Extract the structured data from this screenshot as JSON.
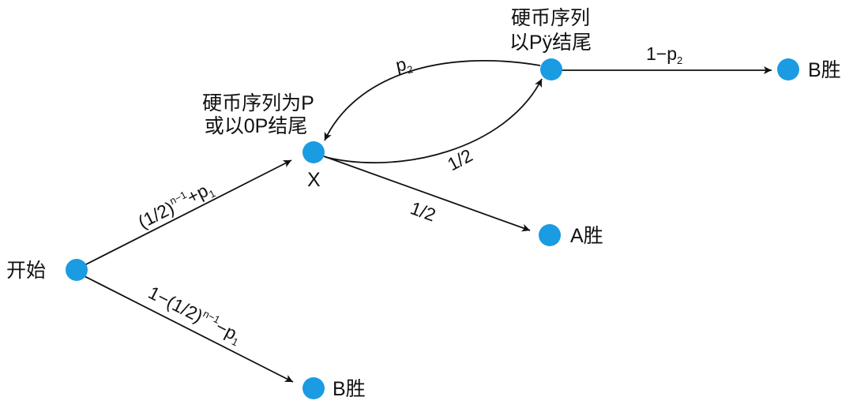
{
  "colors": {
    "node": "#1a9be2",
    "line": "#111111"
  },
  "nodes": {
    "start": {
      "label": "开始"
    },
    "x": {
      "label": "X",
      "desc_line1": "硬币序列为P",
      "desc_line2": "或以0P结尾"
    },
    "py": {
      "desc_line1": "硬币序列",
      "desc_line2": "以Pÿ结尾"
    },
    "b_win_top": {
      "label": "B胜"
    },
    "a_win": {
      "label": "A胜"
    },
    "b_win_bottom": {
      "label": "B胜"
    }
  },
  "edges": {
    "start_to_x": {
      "base": "(1/2)",
      "sup": "n−1",
      "plus": "+p",
      "sub": "1"
    },
    "start_to_b": {
      "base": "1−(1/2)",
      "sup": "n−1",
      "minus": "−p",
      "sub": "1"
    },
    "x_to_py": {
      "label": "1/2"
    },
    "py_to_x": {
      "base": "p",
      "sub": "2"
    },
    "py_to_b": {
      "base": "1−p",
      "sub": "2"
    },
    "x_to_a": {
      "label": "1/2"
    }
  }
}
